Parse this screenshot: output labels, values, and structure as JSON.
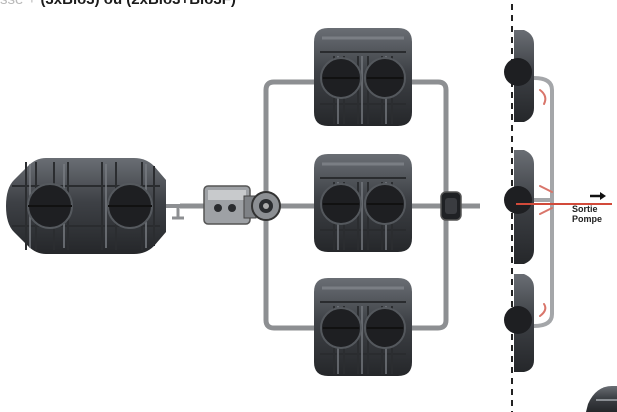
{
  "header": {
    "prefix": "sse + ",
    "title": "(3xBlo3) ou (2xBlo3+Blo3F)"
  },
  "outlet": {
    "line1": "Sortie",
    "line2": "Pompe"
  },
  "colors": {
    "pipe": "#8b8d90",
    "tank_body": "#3f4247",
    "tank_dark": "#1f2124",
    "tank_highlight": "#6c7076",
    "flow_arrow": "#d9756a",
    "outlet_line": "#d24a3a",
    "divider": "#2a2a2a"
  },
  "icons": [
    "storage-tank-icon",
    "filter-icon",
    "pump-icon",
    "valve-icon",
    "arrow-right-icon"
  ]
}
